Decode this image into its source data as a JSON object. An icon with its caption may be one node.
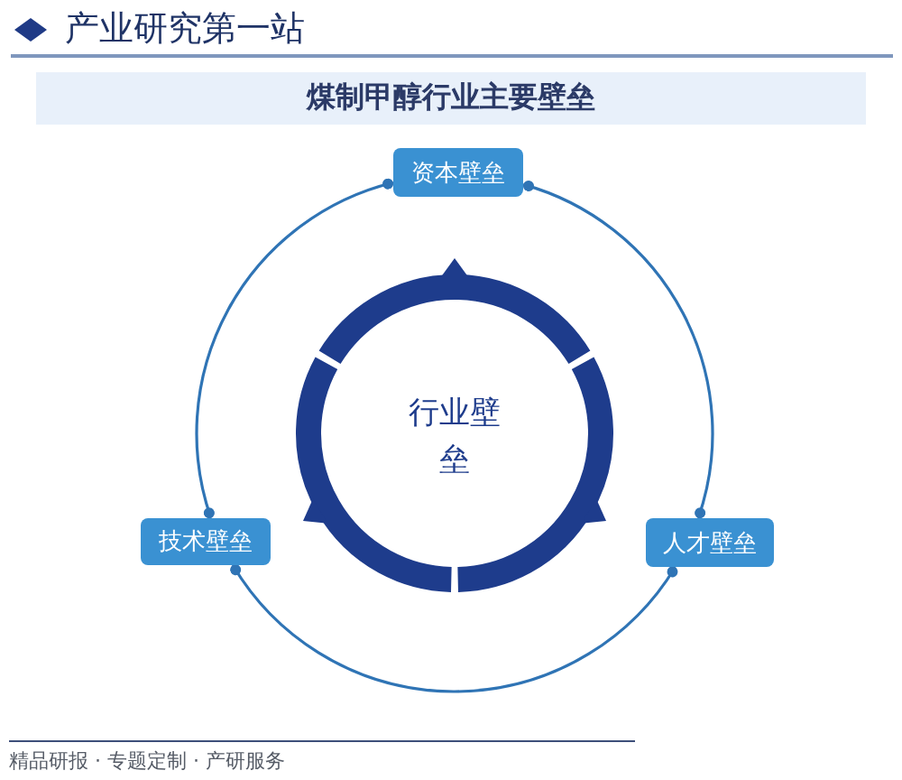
{
  "diagram": {
    "title": "煤制甲醇行业主要壁垒",
    "nodes": [
      {
        "text": [
          "资本壁垒"
        ]
      },
      {
        "text": [
          "行业壁垒"
        ]
      },
      {
        "text": [
          "技术壁垒"
        ]
      },
      {
        "text": [
          "人才壁垒"
        ]
      }
    ],
    "edges": [
      {
        "from": 0,
        "to": 2,
        "arrow": "other"
      },
      {
        "from": 0,
        "to": 3,
        "arrow": "other"
      },
      {
        "from": 2,
        "to": 3,
        "arrow": "other"
      }
    ],
    "labels": [
      "产业研究第一站",
      "精品研报 · 专题定制 · 产研服务"
    ]
  }
}
